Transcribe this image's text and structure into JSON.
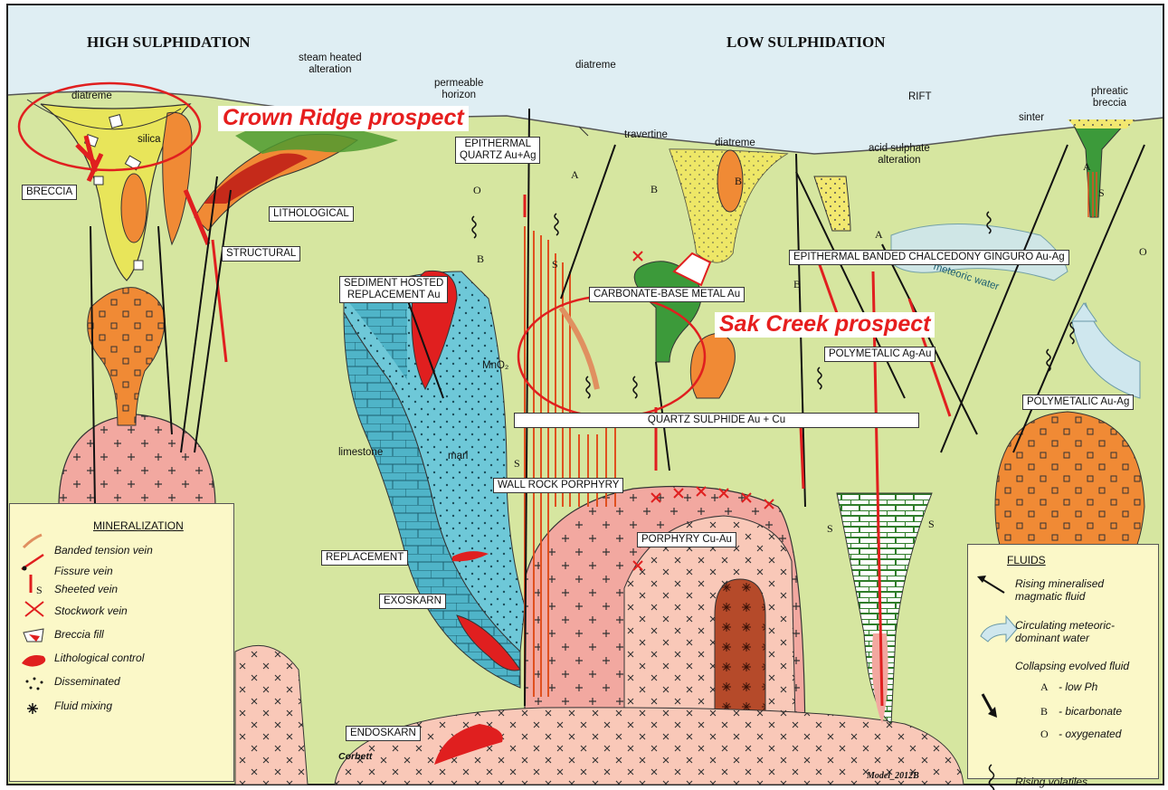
{
  "headings": {
    "high": "HIGH SULPHIDATION",
    "low": "LOW SULPHIDATION"
  },
  "prospects": {
    "crown": "Crown Ridge prospect",
    "sak": "Sak Creek prospect"
  },
  "labels": {
    "diatreme_left": "diatreme",
    "silica": "silica",
    "steam": "steam heated\nalteration",
    "permeable": "permeable\nhorizon",
    "diatreme_top": "diatreme",
    "travertine": "travertine",
    "diatreme_mid": "diatreme",
    "rift": "RIFT",
    "acid": "acid sulphate\nalteration",
    "sinter": "sinter",
    "phreatic": "phreatic\nbreccia",
    "meteoric_water": "meteoric water",
    "limestone": "limestone",
    "marl": "marl",
    "mno2": "MnO₂",
    "corbett": "Corbett",
    "model": "Model_2012B"
  },
  "boxes": {
    "breccia": "BRECCIA",
    "lithological": "LITHOLOGICAL",
    "structural": "STRUCTURAL",
    "epithermal_quartz": "EPITHERMAL\nQUARTZ Au+Ag",
    "sediment_hosted": "SEDIMENT HOSTED\nREPLACEMENT Au",
    "carbonate": "CARBONATE-BASE METAL Au",
    "epithermal_banded": "EPITHERMAL BANDED CHALCEDONY GINGURO Au-Ag",
    "polymetalic_agau": "POLYMETALIC Ag-Au",
    "polymetalic_auag": "POLYMETALIC Au-Ag",
    "quartz_sulphide": "QUARTZ SULPHIDE Au + Cu",
    "wall_rock": "WALL ROCK PORPHYRY",
    "porphyry": "PORPHYRY Cu-Au",
    "replacement": "REPLACEMENT",
    "exoskarn": "EXOSKARN",
    "endoskarn": "ENDOSKARN"
  },
  "letters": {
    "o1": "O",
    "a1": "A",
    "b1": "B",
    "s1": "S",
    "b2": "B",
    "b3": "B",
    "s2": "S",
    "a2": "A",
    "b4": "B",
    "s3": "S",
    "s4": "S",
    "a3": "A",
    "s5": "S",
    "o2": "O"
  },
  "mineralization": {
    "title": "MINERALIZATION",
    "items": [
      {
        "label": "Banded tension vein",
        "icon": "banded-vein-icon"
      },
      {
        "label": "Fissure vein",
        "icon": "fissure-vein-icon"
      },
      {
        "label": "Sheeted vein",
        "icon": "sheeted-vein-icon"
      },
      {
        "label": "Stockwork vein",
        "icon": "stockwork-icon"
      },
      {
        "label": "Breccia fill",
        "icon": "breccia-fill-icon"
      },
      {
        "label": "Lithological control",
        "icon": "lithological-icon"
      },
      {
        "label": "Disseminated",
        "icon": "disseminated-icon"
      },
      {
        "label": "Fluid mixing",
        "icon": "asterisk-icon"
      }
    ],
    "sheeted_letter": "S"
  },
  "fluids": {
    "title": "FLUIDS",
    "items": [
      {
        "label": "Rising mineralised\nmagmatic fluid",
        "icon": "arrow-up-left-icon"
      },
      {
        "label": "Circulating meteoric-\ndominant water",
        "icon": "curved-arrow-icon"
      },
      {
        "label": "Collapsing evolved fluid",
        "icon": "arrow-down-icon"
      },
      {
        "label": "Rising volatiles",
        "icon": "squiggle-icon"
      }
    ],
    "collapse_types": [
      {
        "key": "A",
        "label": "- low Ph"
      },
      {
        "key": "B",
        "label": "- bicarbonate"
      },
      {
        "key": "O",
        "label": "- oxygenated"
      }
    ]
  },
  "colors": {
    "background_ground": "#d6e6a0",
    "sky": "#dfeef3",
    "intrusion_pink": "#f2a8a0",
    "porphyry_pink": "#f9c8b8",
    "plug_orange": "#f08a35",
    "diatreme_yellow": "#e8e55a",
    "limestone": "#4fb4c8",
    "marl": "#6ec8d8",
    "green_breccia": "#3c9a3a",
    "red": "#e01f1f",
    "legend_bg": "#fbf8c8",
    "prospect_red": "#e61e1e"
  }
}
